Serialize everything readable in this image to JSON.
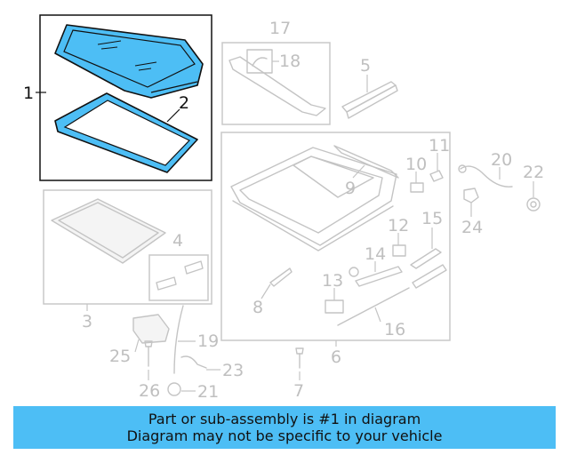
{
  "diagram": {
    "callouts": {
      "c1": "1",
      "c2": "2",
      "c3": "3",
      "c4": "4",
      "c5": "5",
      "c6": "6",
      "c7": "7",
      "c8": "8",
      "c9": "9",
      "c10": "10",
      "c11": "11",
      "c12": "12",
      "c13": "13",
      "c14": "14",
      "c15": "15",
      "c16": "16",
      "c17": "17",
      "c18": "18",
      "c19": "19",
      "c20": "20",
      "c21": "21",
      "c22": "22",
      "c23": "23",
      "c24": "24",
      "c25": "25",
      "c26": "26"
    },
    "highlight_color": "#4dbef5",
    "active_outline_color": "#111111"
  },
  "banner": {
    "line1": "Part or sub-assembly is #1 in diagram",
    "line2": "Diagram may not be specific to your vehicle"
  }
}
